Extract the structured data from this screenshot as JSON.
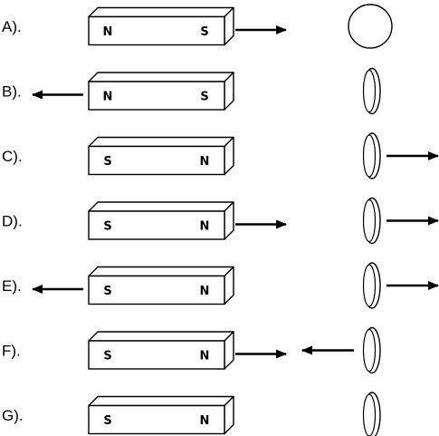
{
  "rows": [
    {
      "label": "A).",
      "magnet_left_pole": "N",
      "magnet_right_pole": "S",
      "magnet_arrow": "right",
      "ring_view": "face",
      "ring_arrow": "none"
    },
    {
      "label": "B).",
      "magnet_left_pole": "N",
      "magnet_right_pole": "S",
      "magnet_arrow": "left",
      "ring_view": "edge",
      "ring_arrow": "none"
    },
    {
      "label": "C).",
      "magnet_left_pole": "S",
      "magnet_right_pole": "N",
      "magnet_arrow": "none",
      "ring_view": "edge",
      "ring_arrow": "right"
    },
    {
      "label": "D).",
      "magnet_left_pole": "S",
      "magnet_right_pole": "N",
      "magnet_arrow": "right",
      "ring_view": "edge",
      "ring_arrow": "right"
    },
    {
      "label": "E).",
      "magnet_left_pole": "S",
      "magnet_right_pole": "N",
      "magnet_arrow": "left",
      "ring_view": "edge",
      "ring_arrow": "right"
    },
    {
      "label": "F).",
      "magnet_left_pole": "S",
      "magnet_right_pole": "N",
      "magnet_arrow": "right",
      "ring_view": "edge",
      "ring_arrow": "left"
    },
    {
      "label": "G).",
      "magnet_left_pole": "S",
      "magnet_right_pole": "N",
      "magnet_arrow": "none",
      "ring_view": "edge",
      "ring_arrow": "none"
    }
  ]
}
